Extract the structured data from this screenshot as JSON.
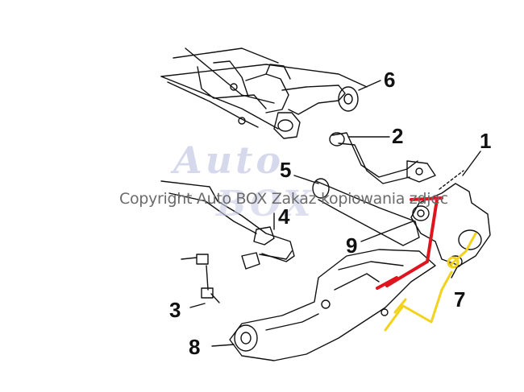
{
  "watermark": {
    "logo_top": "Auto",
    "logo_bottom": "BOX",
    "copyright": "Copyright Auto BOX Zakaz kopiowania zdjec"
  },
  "callouts": {
    "n1": "1",
    "n2": "2",
    "n3": "3",
    "n4": "4",
    "n5": "5",
    "n6": "6",
    "n7": "7",
    "n8": "8",
    "n9": "9"
  },
  "colors": {
    "line": "#111111",
    "red_marker": "#e0141e",
    "yellow_marker": "#f2d21b",
    "watermark": "#c9cde6"
  }
}
